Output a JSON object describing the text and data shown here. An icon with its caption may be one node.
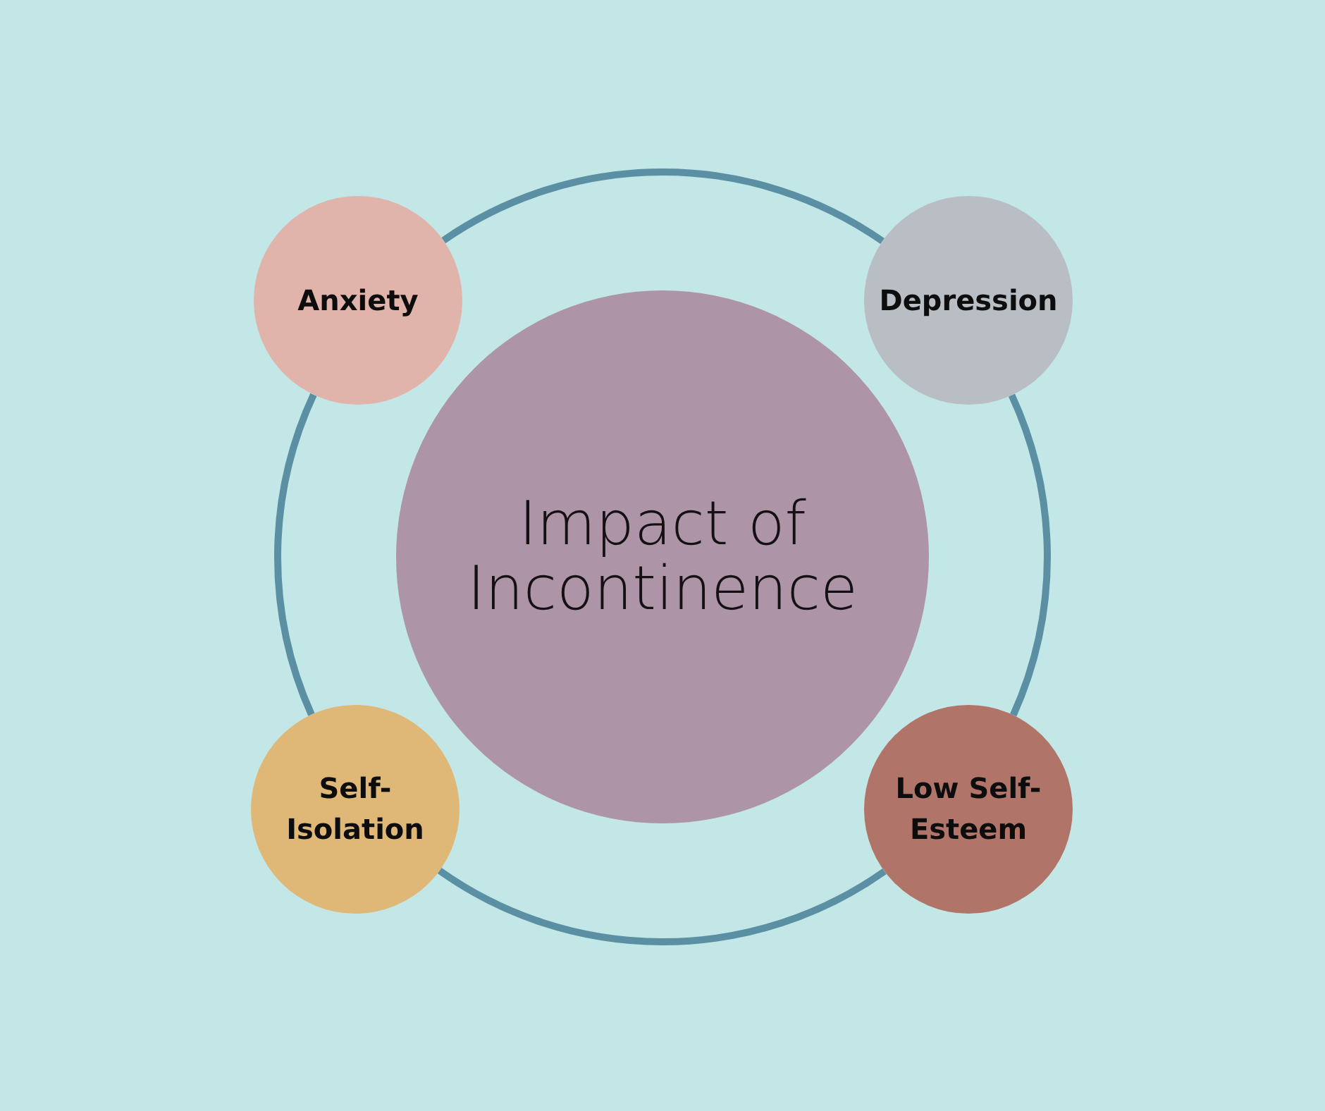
{
  "diagram": {
    "nodes": [
      {
        "text": [
          "Impact of Incontinence"
        ]
      },
      {
        "text": [
          "Anxiety"
        ]
      },
      {
        "text": [
          "Depression"
        ]
      },
      {
        "text": [
          "Low Self-Esteem"
        ]
      },
      {
        "text": [
          "Self-Isolation"
        ]
      }
    ],
    "edges": [
      {
        "from": 1,
        "to": 2,
        "arrow": "none"
      },
      {
        "from": 2,
        "to": 3,
        "arrow": "none"
      },
      {
        "from": 3,
        "to": 4,
        "arrow": "none"
      },
      {
        "from": 4,
        "to": 1,
        "arrow": "none"
      }
    ]
  }
}
